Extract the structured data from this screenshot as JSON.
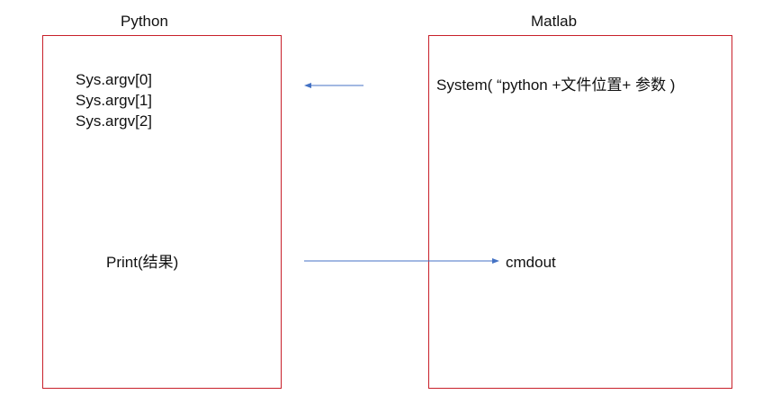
{
  "python": {
    "title": "Python",
    "argv": [
      "Sys.argv[0]",
      "Sys.argv[1]",
      "Sys.argv[2]"
    ],
    "print_text": "Print(结果)"
  },
  "matlab": {
    "title": "Matlab",
    "system_call": "System( “python +文件位置+ 参数 )",
    "cmdout": "cmdout"
  },
  "colors": {
    "panel_border": "#c8202a",
    "arrow": "#4472c4"
  }
}
